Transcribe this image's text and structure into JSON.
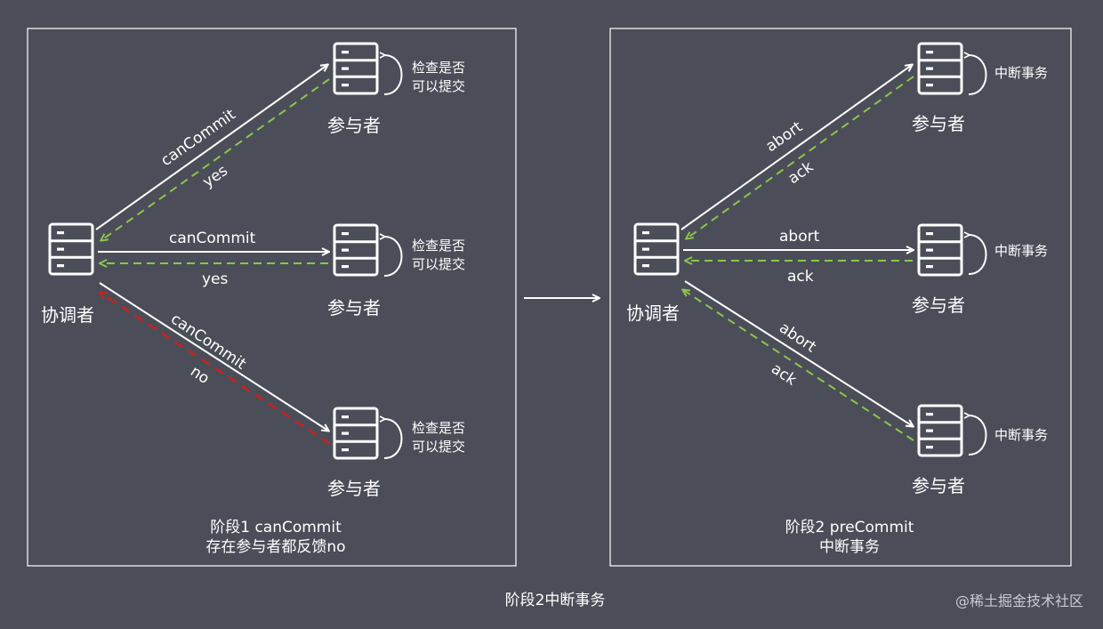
{
  "colors": {
    "background": "#4b4e58",
    "frame": "#ffffff",
    "request_arrow": "#ffffff",
    "reply_green": "#8dc54b",
    "reply_red": "#cc1f1f"
  },
  "left_panel": {
    "coordinator": "协调者",
    "participants": [
      {
        "name": "参与者",
        "note_line1": "检查是否",
        "note_line2": "可以提交"
      },
      {
        "name": "参与者",
        "note_line1": "检查是否",
        "note_line2": "可以提交"
      },
      {
        "name": "参与者",
        "note_line1": "检查是否",
        "note_line2": "可以提交"
      }
    ],
    "messages": [
      {
        "request": "canCommit",
        "reply": "yes"
      },
      {
        "request": "canCommit",
        "reply": "yes"
      },
      {
        "request": "canCommit",
        "reply": "no"
      }
    ],
    "caption_line1": "阶段1 canCommit",
    "caption_line2": "存在参与者都反馈no"
  },
  "right_panel": {
    "coordinator": "协调者",
    "participants": [
      {
        "name": "参与者",
        "note": "中断事务"
      },
      {
        "name": "参与者",
        "note": "中断事务"
      },
      {
        "name": "参与者",
        "note": "中断事务"
      }
    ],
    "messages": [
      {
        "request": "abort",
        "reply": "ack"
      },
      {
        "request": "abort",
        "reply": "ack"
      },
      {
        "request": "abort",
        "reply": "ack"
      }
    ],
    "caption_line1": "阶段2 preCommit",
    "caption_line2": "中断事务"
  },
  "footer_title": "阶段2中断事务",
  "watermark": "@稀土掘金技术社区"
}
